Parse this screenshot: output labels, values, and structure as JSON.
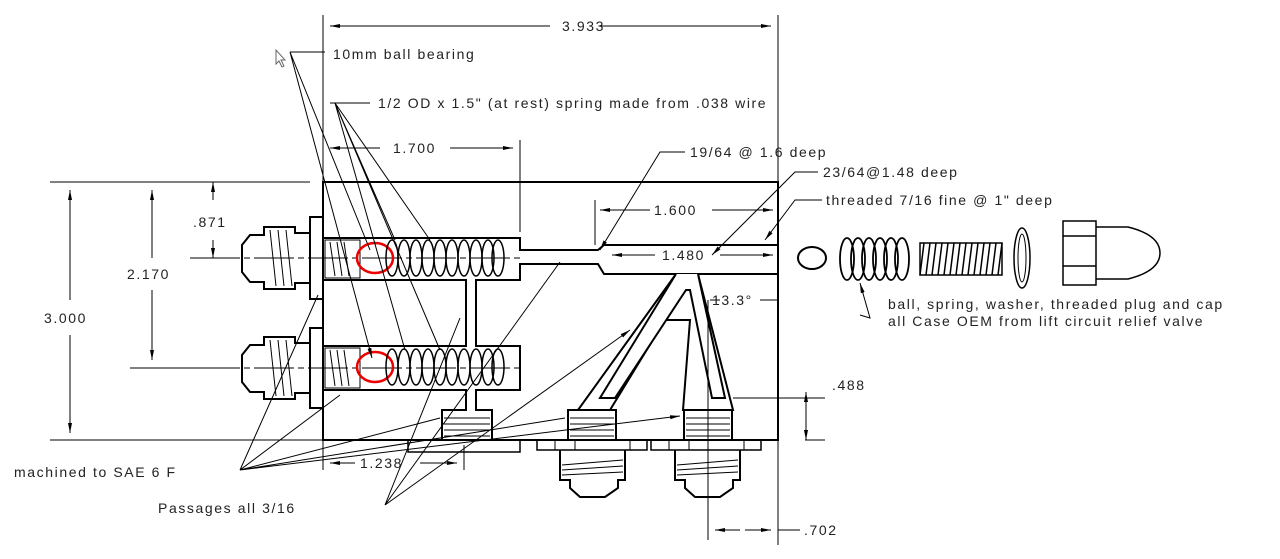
{
  "drawing": {
    "dimensions": {
      "overall_width": "3.933",
      "bore_depth": "1.700",
      "counterbore_depth": "1.600",
      "inner_bore_depth": "1.480",
      "angle": "13.3°",
      "upper_offset": ".871",
      "bore_spacing": "2.170",
      "overall_height": "3.000",
      "port_height": ".488",
      "port_offset": "1.238",
      "port_spacing": ".702"
    },
    "notes": {
      "ball_bearing": "10mm ball bearing",
      "spring": "1/2 OD x 1.5\" (at rest) spring made from .038 wire",
      "drill_1": "19/64 @ 1.6 deep",
      "drill_2": "23/64@1.48 deep",
      "thread": "threaded 7/16 fine @ 1\" deep",
      "machined": "machined to SAE 6 F",
      "passages": "Passages all 3/16",
      "parts_line1": "ball, spring, washer, threaded plug and cap",
      "parts_line2": "all Case OEM from lift circuit relief valve"
    },
    "colors": {
      "line": "#000000",
      "highlight": "#e00000"
    }
  }
}
